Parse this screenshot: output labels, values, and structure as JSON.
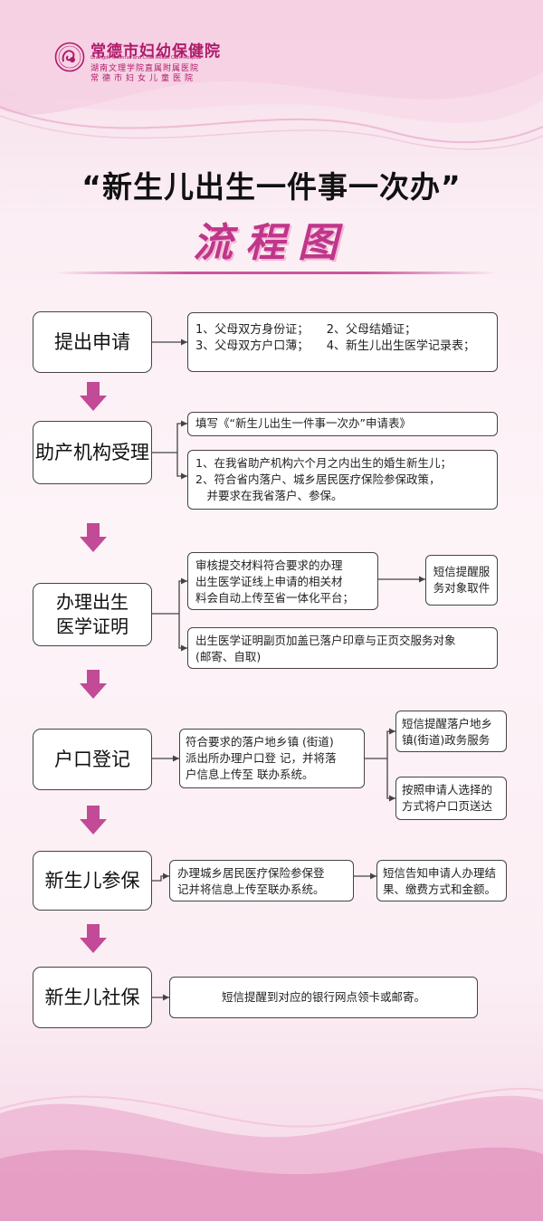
{
  "header": {
    "hospital_name": "常德市妇幼保健院",
    "hospital_name_en": "Changde Maternal and Child Health Care Hospital",
    "affiliation": "湖南文理学院直属附属医院",
    "children_hospital": "常德市妇女儿童医院"
  },
  "title": "“新生儿出生一件事一次办”",
  "subtitle": "流程图",
  "colors": {
    "accent": "#c0368a",
    "background": "#fbeef4",
    "border": "#444444"
  },
  "steps": [
    {
      "label": "提出申请",
      "boxes": [
        {
          "lines": [
            "1、父母双方身份证；　　2、父母结婚证；",
            "3、父母双方户口薄；　　4、新生儿出生医学记录表；"
          ]
        }
      ]
    },
    {
      "label": "助产机构受理",
      "boxes": [
        {
          "lines": [
            "填写《“新生儿出生一件事一次办”申请表》"
          ]
        },
        {
          "lines": [
            "1、在我省助产机构六个月之内出生的婚生新生儿；",
            "2、符合省内落户、城乡居民医疗保险参保政策，",
            "　并要求在我省落户、参保。"
          ]
        }
      ]
    },
    {
      "label": "办理出生医学证明",
      "boxes": [
        {
          "lines": [
            "审核提交材料符合要求的办理",
            "出生医学证线上申请的相关材",
            "料会自动上传至省一体化平台；"
          ]
        },
        {
          "lines": [
            "短信提醒服",
            "务对象取件"
          ]
        },
        {
          "lines": [
            "出生医学证明副页加盖已落户印章与正页交服务对象",
            "(邮寄、自取)"
          ]
        }
      ]
    },
    {
      "label": "户口登记",
      "boxes": [
        {
          "lines": [
            "符合要求的落户地乡镇 (街道)",
            "派出所办理户口登 记，并将落",
            "户信息上传至 联办系统。"
          ]
        },
        {
          "lines": [
            "短信提醒落户地乡",
            "镇(街道)政务服务"
          ]
        },
        {
          "lines": [
            "按照申请人选择的",
            "方式将户口页送达"
          ]
        }
      ]
    },
    {
      "label": "新生儿参保",
      "boxes": [
        {
          "lines": [
            "办理城乡居民医疗保险参保登",
            "记并将信息上传至联办系统。"
          ]
        },
        {
          "lines": [
            "短信告知申请人办理结",
            "果、缴费方式和金额。"
          ]
        }
      ]
    },
    {
      "label": "新生儿社保",
      "boxes": [
        {
          "lines": [
            "短信提醒到对应的银行网点领卡或邮寄。"
          ]
        }
      ]
    }
  ]
}
